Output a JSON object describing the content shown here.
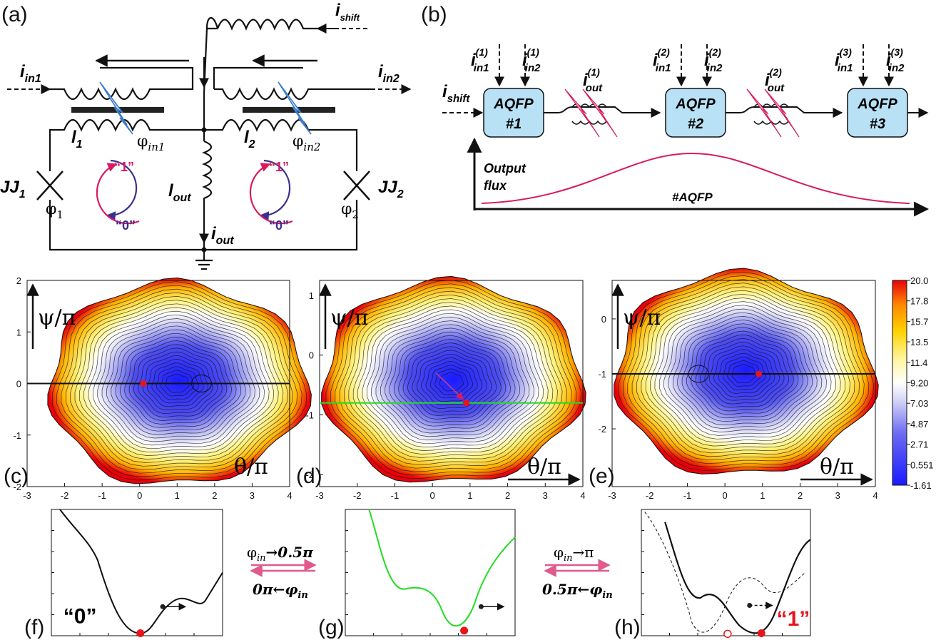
{
  "panels": {
    "a": "(a)",
    "b": "(b)",
    "c": "(c)",
    "d": "(d)",
    "e": "(e)",
    "f": "(f)",
    "g": "(g)",
    "h": "(h)"
  },
  "circuit": {
    "i_shift": "i",
    "i_shift_sub": "shift",
    "i_in1": "i",
    "i_in1_sub": "in1",
    "i_in2": "i",
    "i_in2_sub": "in2",
    "l1": "l",
    "l1_sub": "1",
    "l2": "l",
    "l2_sub": "2",
    "phi_in1": "φ",
    "phi_in1_sub": "in1",
    "phi_in2": "φ",
    "phi_in2_sub": "in2",
    "jj1": "JJ",
    "jj1_sub": "1",
    "jj2": "JJ",
    "jj2_sub": "2",
    "phi1": "φ",
    "phi1_sub": "1",
    "phi2": "φ",
    "phi2_sub": "2",
    "l_out": "l",
    "l_out_sub": "out",
    "i_out": "i",
    "i_out_sub": "out",
    "state_one": "“1”",
    "state_zero": "“0”"
  },
  "chain": {
    "i_shift": "i",
    "i_shift_sub": "shift",
    "inputs": [
      {
        "in1": "i",
        "in1_sub": "in1",
        "in1_sup": "(1)",
        "in2": "i",
        "in2_sub": "in2",
        "in2_sup": "(1)"
      },
      {
        "in1": "i",
        "in1_sub": "in1",
        "in1_sup": "(2)",
        "in2": "i",
        "in2_sub": "in2",
        "in2_sup": "(2)"
      },
      {
        "in1": "i",
        "in1_sub": "in1",
        "in1_sup": "(3)",
        "in2": "i",
        "in2_sub": "in2",
        "in2_sup": "(3)"
      }
    ],
    "blocks": [
      {
        "line1": "AQFP",
        "line2": "#1"
      },
      {
        "line1": "AQFP",
        "line2": "#2"
      },
      {
        "line1": "AQFP",
        "line2": "#3"
      }
    ],
    "outputs": [
      {
        "label": "i",
        "sub": "out",
        "sup": "(1)"
      },
      {
        "label": "i",
        "sub": "out",
        "sup": "(2)"
      }
    ],
    "y_label_1": "Output",
    "y_label_2": "flux",
    "x_label": "#AQFP",
    "block_color": "#b8e1f5",
    "curve_color": "#d81b60"
  },
  "contours": {
    "psi_label": "ψ/π",
    "theta_label": "θ/π",
    "x_ticks": [
      "-3",
      "-2",
      "-1",
      "0",
      "1",
      "2",
      "3",
      "4"
    ],
    "c_y_ticks": [
      "-2",
      "-1",
      "0",
      "1",
      "2"
    ],
    "d_y_ticks": [
      "-2",
      "-1",
      "0",
      "1"
    ],
    "e_y_ticks": [
      "-2",
      "-1",
      "0"
    ],
    "colorbar_ticks": [
      "20.0",
      "17.8",
      "15.7",
      "13.5",
      "11.4",
      "9.20",
      "7.03",
      "4.87",
      "2.71",
      "0.551",
      "-1.61"
    ],
    "colorbar_colors": [
      "#1a1aff",
      "#6a6af0",
      "#c8c8f6",
      "#ffffff",
      "#fff59a",
      "#ffd200",
      "#ff8a00",
      "#e8000a"
    ],
    "minimum_color": "#e8141c",
    "cut_line_green": "#22dd22"
  },
  "potentials": {
    "f_label": "“0”",
    "h_label": "“1”",
    "arrow_top_left": "φ",
    "arrow_top_left_sub": "in",
    "arrow_top_left_val": "→0.5π",
    "arrow_bottom_left": "0π←φ",
    "arrow_bottom_left_sub": "in",
    "arrow_top_right": "φ",
    "arrow_top_right_sub": "in",
    "arrow_top_right_val": "→π",
    "arrow_bottom_right": "0.5π←φ",
    "arrow_bottom_right_sub": "in",
    "arrow_color": "#e05a8c",
    "g_curve_color": "#22dd22"
  }
}
